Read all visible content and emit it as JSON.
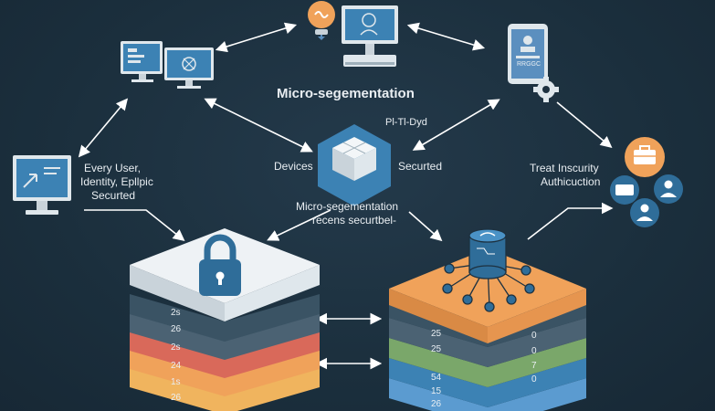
{
  "diagram": {
    "title": "Micro-segementation",
    "center_top_label": "Pl-Tl-Dyd",
    "devices_label": "Devices",
    "secured_label": "Securted",
    "left_label_line1": "Every User,",
    "left_label_line2": "Identity, Epllpic",
    "left_label_line3": "Securted",
    "right_label_line1": "Treat Inscurity",
    "right_label_line2": "Authicuction",
    "center_bottom_line1": "Micro-segementation",
    "center_bottom_line2": "recens securtbel-",
    "phone_screen_text": "RRGGC"
  },
  "left_stack": {
    "layer_labels": [
      "2s",
      "26",
      "2s",
      "24",
      "1s",
      "26"
    ]
  },
  "right_stack": {
    "left_numbers": [
      "25",
      "25",
      "54",
      "15",
      "26"
    ],
    "right_numbers": [
      "0",
      "0",
      "7",
      "0"
    ]
  },
  "colors": {
    "background": "#1d3140",
    "accent_orange": "#f0a25a",
    "accent_blue": "#3c82b4",
    "accent_green": "#7aa76a",
    "accent_red": "#d9695a"
  }
}
